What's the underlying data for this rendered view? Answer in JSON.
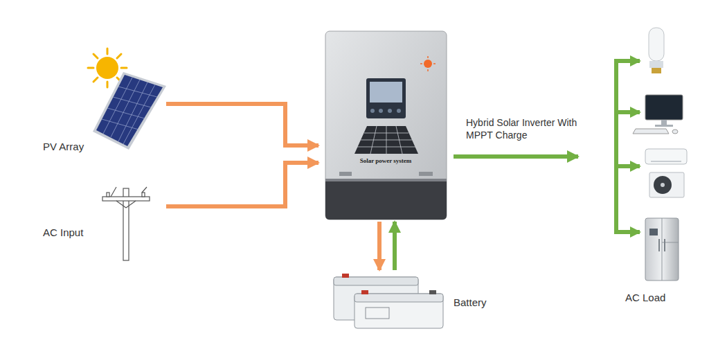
{
  "diagram": {
    "nodes": [
      {
        "text": [
          "PV Array"
        ]
      },
      {
        "text": [
          "AC Input"
        ]
      },
      {
        "text": [
          "Solar power system"
        ]
      },
      {
        "text": [
          "Battery"
        ]
      },
      {
        "text": [
          "AC Load"
        ]
      }
    ],
    "edges": [
      {
        "from": 0,
        "to": 2,
        "arrow": "to"
      },
      {
        "from": 1,
        "to": 2,
        "arrow": "to"
      },
      {
        "from": 2,
        "to": 4,
        "label": "Hybrid Solar Inverter With MPPT Charge",
        "arrow": "to"
      },
      {
        "from": 2,
        "to": 3,
        "arrow": "to"
      },
      {
        "from": 3,
        "to": 2,
        "arrow": "to"
      }
    ]
  }
}
